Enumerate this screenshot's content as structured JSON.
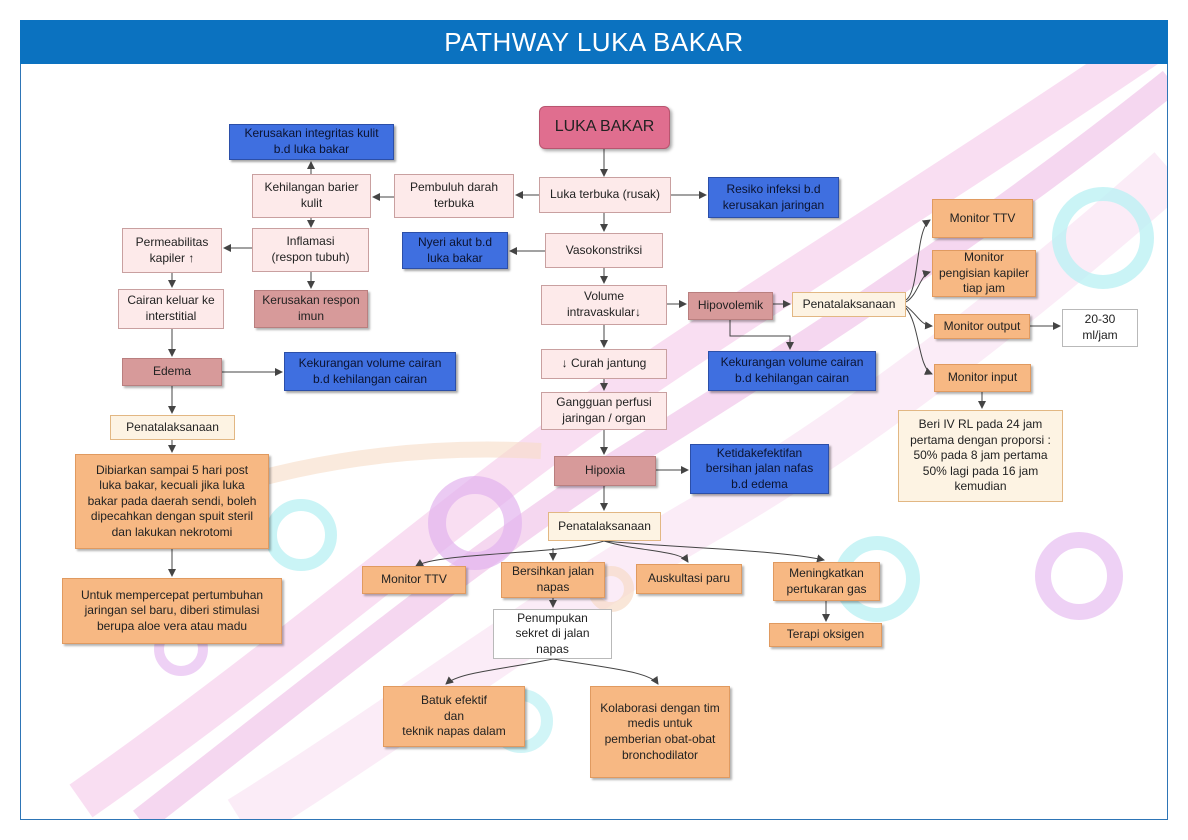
{
  "title": "PATHWAY LUKA BAKAR",
  "nodes": {
    "luka_bakar": "LUKA BAKAR",
    "luka_terbuka": "Luka terbuka (rusak)",
    "resiko_infeksi": "Resiko infeksi b.d\nkerusakan jaringan",
    "pembuluh_darah": "Pembuluh darah\nterbuka",
    "kehilangan_barier": "Kehilangan barier\nkulit",
    "kerusakan_integritas": "Kerusakan integritas kulit\nb.d luka bakar",
    "inflamasi": "Inflamasi\n(respon tubuh)",
    "nyeri_akut": "Nyeri akut  b.d\nluka bakar",
    "kerusakan_respon": "Kerusakan respon\nimun",
    "permeabilitas": "Permeabilitas\nkapiler ↑",
    "cairan_keluar": "Cairan keluar ke\ninterstitial",
    "edema": "Edema",
    "kekurangan_cairan_left": "Kekurangan volume cairan\nb.d kehilangan cairan",
    "penatalaksanaan_left": "Penatalaksanaan",
    "dibiarkan": "Dibiarkan sampai 5 hari post\nluka bakar, kecuali jika luka\nbakar pada daerah sendi, boleh\ndipecahkan dengan spuit steril\ndan lakukan nekrotomi",
    "untuk_mempercepat": "Untuk mempercepat pertumbuhan\njaringan sel baru, diberi  stimulasi\nberupa aloe vera atau madu",
    "vasokonstriksi": "Vasokonstriksi",
    "volume_intra": "Volume\nintravaskular↓",
    "hipovolemik": "Hipovolemik",
    "penatalaksanaan_right": "Penatalaksanaan",
    "kekurangan_cairan_mid": "Kekurangan volume cairan\nb.d kehilangan cairan",
    "curah_jantung": "↓ Curah jantung",
    "gangguan_perfusi": "Gangguan perfusi\njaringan / organ",
    "hipoxia": "Hipoxia",
    "ketidakefektifan": "Ketidakefektifan\nbersihan jalan nafas\nb.d edema",
    "penatalaksanaan_mid": "Penatalaksanaan",
    "monitor_ttv_mid": "Monitor TTV",
    "bersihkan": "Bersihkan jalan\nnapas",
    "auskultasi": "Auskultasi paru",
    "meningkatkan": "Meningkatkan\npertukaran gas",
    "terapi_oksigen": "Terapi oksigen",
    "penumpukan": "Penumpukan\nsekret di jalan\nnapas",
    "batuk": "Batuk efektif\ndan\nteknik napas dalam",
    "kolaborasi": "Kolaborasi dengan tim\nmedis untuk\npemberian obat-obat\nbronchodilator",
    "monitor_ttv_right": "Monitor TTV",
    "monitor_kapiler": "Monitor\npengisian kapiler\ntiap jam",
    "monitor_output": "Monitor output",
    "output_rate": "20-30\nml/jam",
    "monitor_input": "Monitor input",
    "beri_iv": "Beri IV RL pada 24 jam\npertama dengan proporsi :\n50% pada 8 jam pertama\n50% lagi pada 16 jam\nkemudian"
  }
}
